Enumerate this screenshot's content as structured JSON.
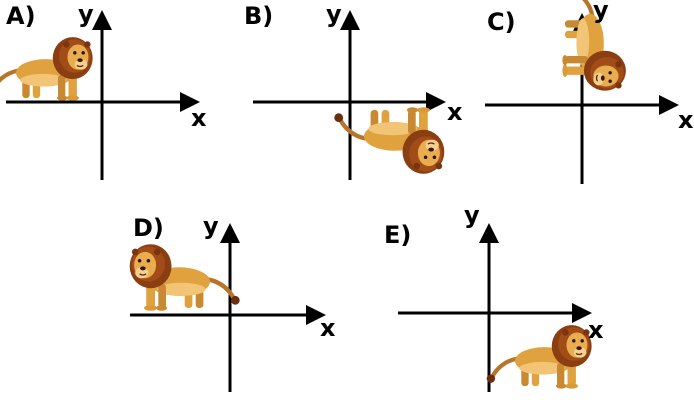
{
  "panels": [
    {
      "id": "a",
      "label": "A)",
      "x_label": "x",
      "y_label": "y",
      "lion_icon": "lion-icon",
      "transform": "original"
    },
    {
      "id": "b",
      "label": "B)",
      "x_label": "x",
      "y_label": "y",
      "lion_icon": "lion-icon",
      "transform": "reflection-x-axis"
    },
    {
      "id": "c",
      "label": "C)",
      "x_label": "x",
      "y_label": "y",
      "lion_icon": "lion-icon",
      "transform": "rotation-90"
    },
    {
      "id": "d",
      "label": "D)",
      "x_label": "x",
      "y_label": "y",
      "lion_icon": "lion-icon",
      "transform": "reflection-y-axis"
    },
    {
      "id": "e",
      "label": "E)",
      "x_label": "x",
      "y_label": "y",
      "lion_icon": "lion-icon",
      "transform": "translation"
    }
  ],
  "colors": {
    "axis": "#000000",
    "lion_body": "#e0a13f",
    "lion_mane": "#8a3e12",
    "lion_shadow": "#b8752a"
  }
}
